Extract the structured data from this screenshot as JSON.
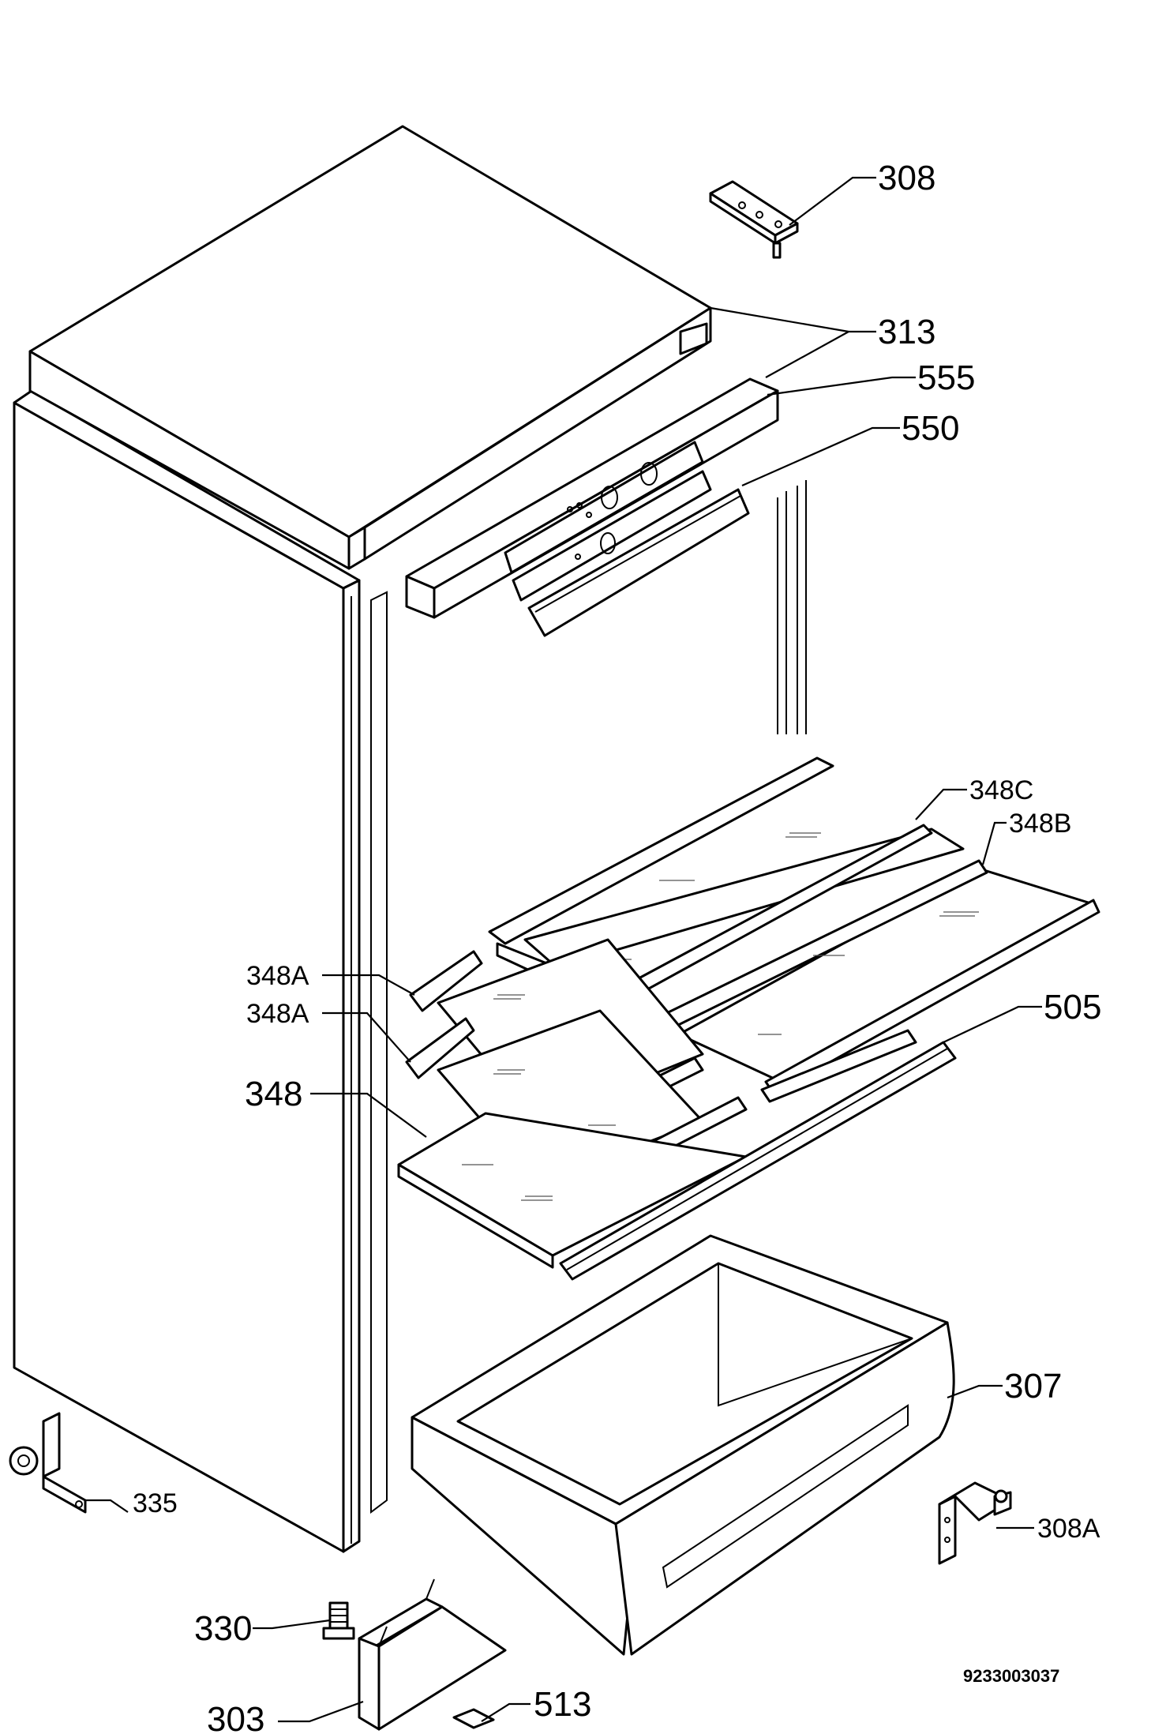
{
  "diagram": {
    "document_number": "9233003037",
    "callouts": [
      {
        "id": "c308",
        "text": "308"
      },
      {
        "id": "c313",
        "text": "313"
      },
      {
        "id": "c555",
        "text": "555"
      },
      {
        "id": "c550",
        "text": "550"
      },
      {
        "id": "c348C",
        "text": "348C"
      },
      {
        "id": "c348B",
        "text": "348B"
      },
      {
        "id": "c348A1",
        "text": "348A"
      },
      {
        "id": "c348A2",
        "text": "348A"
      },
      {
        "id": "c348",
        "text": "348"
      },
      {
        "id": "c505",
        "text": "505"
      },
      {
        "id": "c307",
        "text": "307"
      },
      {
        "id": "c335",
        "text": "335"
      },
      {
        "id": "c308A",
        "text": "308A"
      },
      {
        "id": "c330",
        "text": "330"
      },
      {
        "id": "c513",
        "text": "513"
      },
      {
        "id": "c303",
        "text": "303"
      }
    ]
  }
}
